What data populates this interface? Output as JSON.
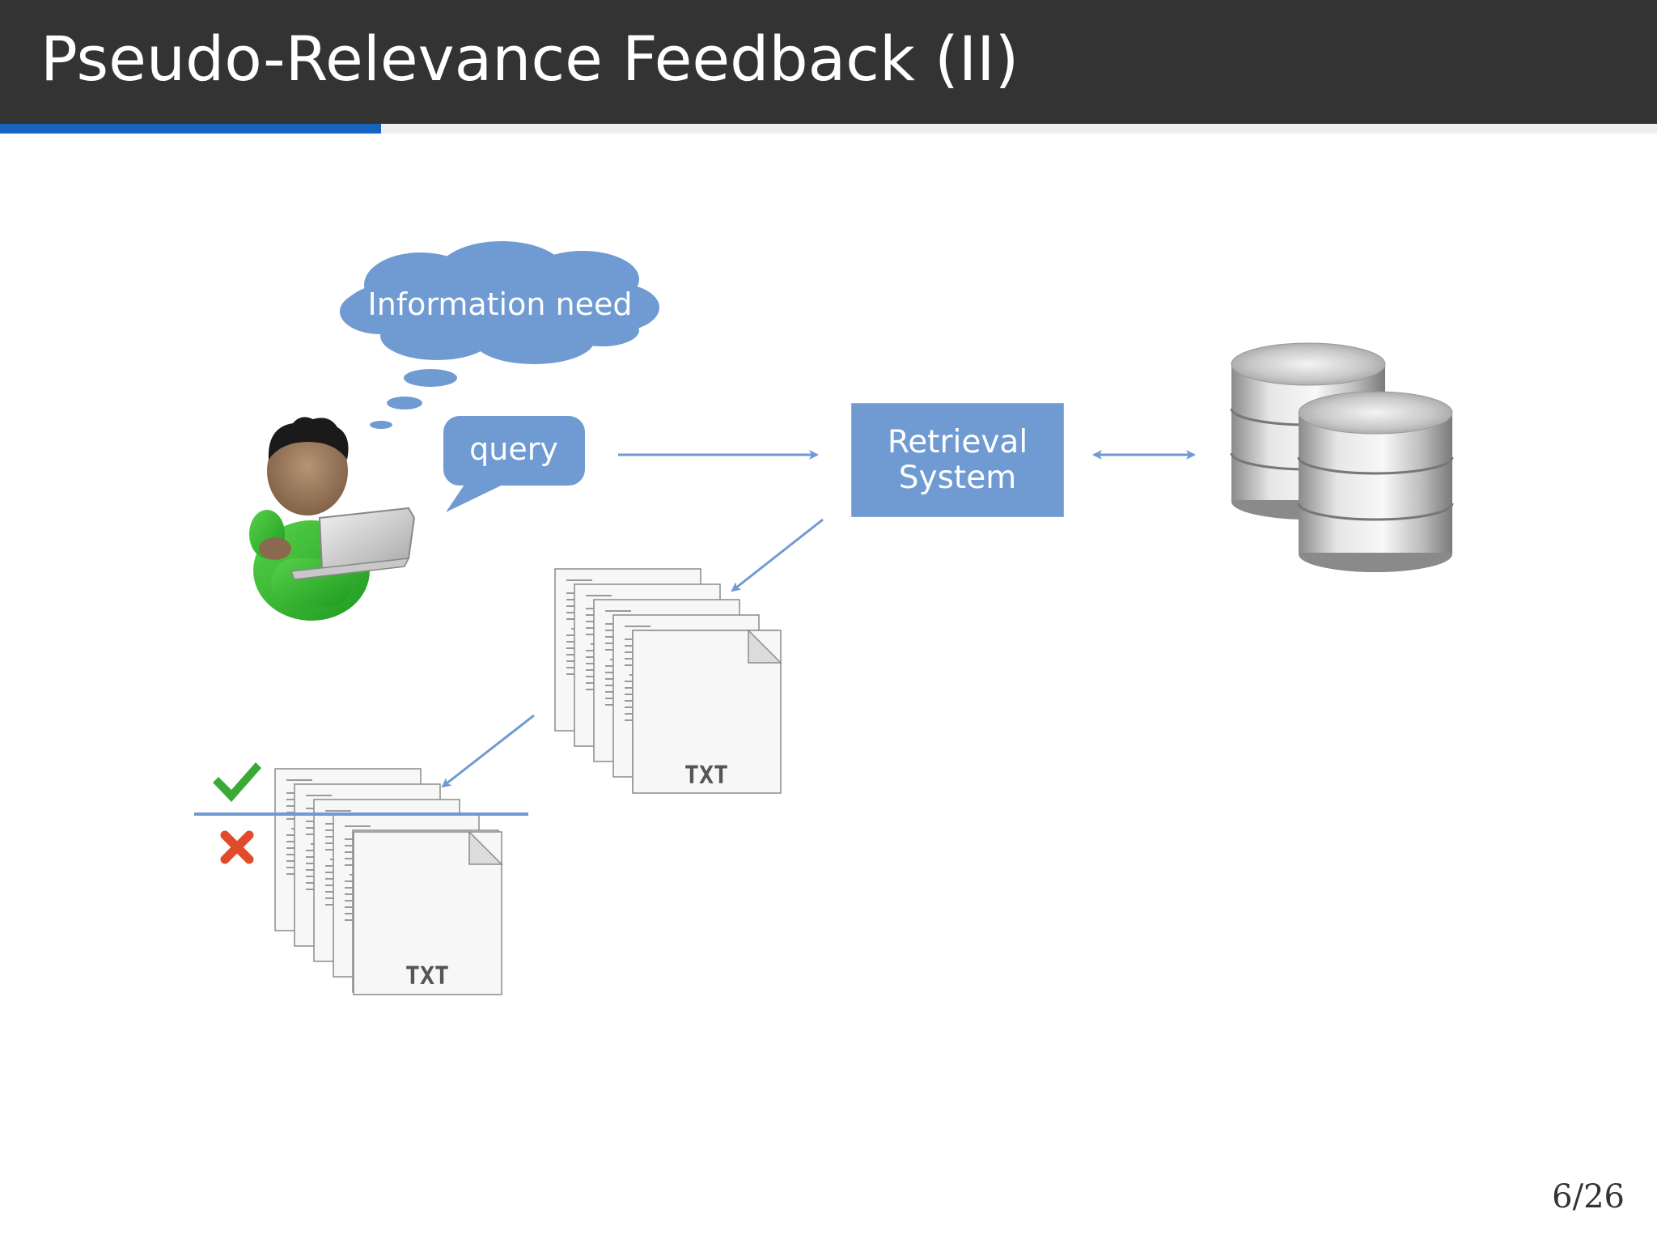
{
  "slide": {
    "title": "Pseudo-Relevance Feedback (II)",
    "page_number": "6/26",
    "progress": 0.23
  },
  "diagram": {
    "thought_label": "Information need",
    "query_label": "query",
    "retrieval_label": "Retrieval\nSystem",
    "document_label": "TXT",
    "relevant_icon": "check-icon",
    "nonrelevant_icon": "cross-icon",
    "user_icon": "user-laptop-icon",
    "database_icon": "database-icon",
    "colors": {
      "accent_blue": "#6f9ad2",
      "title_bar": "#333333",
      "progress": "#1565c0",
      "check": "#3aaa35",
      "cross": "#e04b2a"
    }
  }
}
